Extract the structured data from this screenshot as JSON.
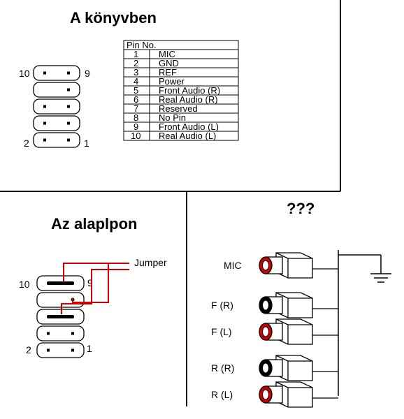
{
  "book": {
    "title": "A könyvben",
    "header_label": "Pin No.",
    "pin_rows": [
      {
        "no": "1",
        "name": "MIC"
      },
      {
        "no": "2",
        "name": "GND"
      },
      {
        "no": "3",
        "name": "REF"
      },
      {
        "no": "4",
        "name": "Power"
      },
      {
        "no": "5",
        "name": "Front Audio (R)"
      },
      {
        "no": "6",
        "name": "Real Audio (R)"
      },
      {
        "no": "7",
        "name": "Reserved"
      },
      {
        "no": "8",
        "name": "No Pin"
      },
      {
        "no": "9",
        "name": "Front Audio (L)"
      },
      {
        "no": "10",
        "name": "Real Audio (L)"
      }
    ],
    "header_labels": {
      "top_left": "10",
      "top_right": "9",
      "bottom_left": "2",
      "bottom_right": "1"
    }
  },
  "board": {
    "title": "Az alaplpon",
    "jumper_label": "Jumper",
    "header_labels": {
      "top_left": "10",
      "top_right": "9",
      "bottom_left": "2",
      "bottom_right": "1"
    }
  },
  "unknown": {
    "title": "???",
    "jacks": [
      {
        "label": "MIC",
        "ring_color": "#cc0000"
      },
      {
        "label": "F (R)",
        "ring_color": "#000000"
      },
      {
        "label": "F (L)",
        "ring_color": "#cc0000"
      },
      {
        "label": "R (R)",
        "ring_color": "#000000"
      },
      {
        "label": "R (L)",
        "ring_color": "#cc0000"
      }
    ]
  },
  "colors": {
    "wire": "#cc0000",
    "line": "#000000"
  }
}
